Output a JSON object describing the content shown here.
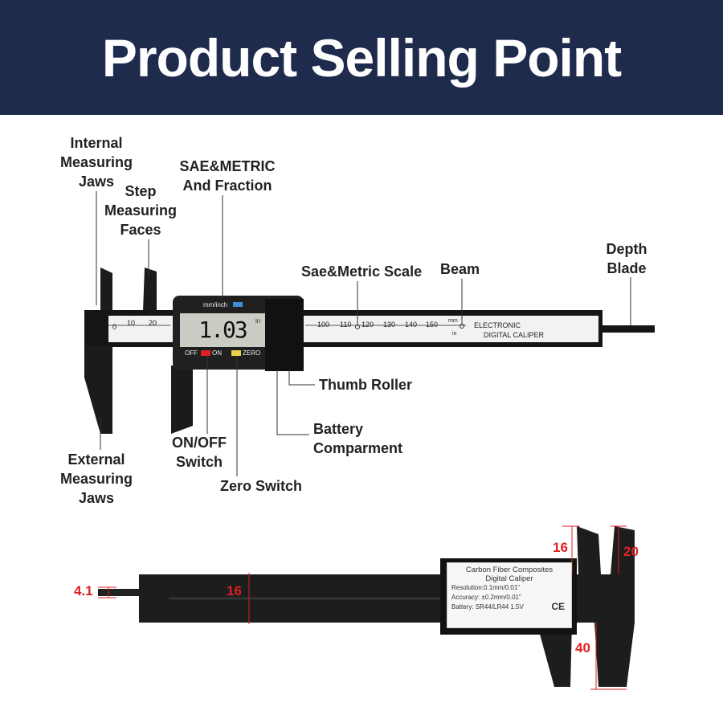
{
  "header": {
    "title": "Product Selling Point"
  },
  "labels": {
    "internal_jaws": [
      "Internal",
      "Measuring",
      "Jaws"
    ],
    "step_faces": [
      "Step",
      "Measuring",
      "Faces"
    ],
    "sae_metric": [
      "SAE&METRIC",
      "And Fraction"
    ],
    "scale": "Sae&Metric Scale",
    "beam": "Beam",
    "depth_blade": [
      "Depth",
      "Blade"
    ],
    "thumb_roller": "Thumb Roller",
    "battery": [
      "Battery",
      "Comparment"
    ],
    "external_jaws": [
      "External",
      "Measuring",
      "Jaws"
    ],
    "on_off": [
      "ON/OFF",
      "Switch"
    ],
    "zero": "Zero Switch"
  },
  "caliper": {
    "display_value": "1.03",
    "unit": "in",
    "mode_label": "mm/inch",
    "off": "OFF",
    "on": "ON",
    "zero": "ZERO",
    "brand_line1": "ELECTRONIC",
    "brand_line2": "DIGITAL CALIPER",
    "mm": "mm",
    "in": "in",
    "scale_numbers": [
      "0",
      "10",
      "20",
      "100",
      "110",
      "120",
      "130",
      "140",
      "150"
    ]
  },
  "plate": {
    "line1": "Carbon Fiber Composites",
    "line2": "Digital Caliper",
    "resolution": "Resolution:0.1mm/0.01\"",
    "accuracy": "Accuracy: ±0.2mm/0.01\"",
    "battery": "Battery: SR44/LR44 1.5V",
    "ce": "CE"
  },
  "dimensions": {
    "blade": "4.1",
    "beam": "16",
    "jaw_inner": "16",
    "jaw_top": "20",
    "jaw_outer": "40"
  },
  "colors": {
    "header": "#1f2b4d",
    "dimension": "#e02020"
  }
}
